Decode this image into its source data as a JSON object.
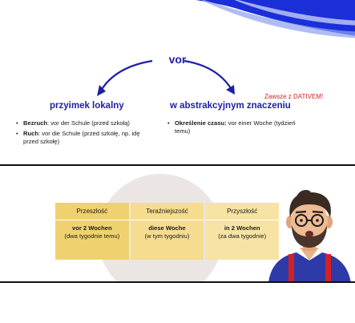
{
  "title": "vor",
  "left": {
    "heading": "przyimek lokalny",
    "items": [
      {
        "label": "Bezruch",
        "text": ": vor der Schule (przed szkołą)"
      },
      {
        "label": "Ruch",
        "text": ": vor die Schule (przed szkołę, np. idę przed szkołę)"
      }
    ]
  },
  "right": {
    "heading": "w abstrakcyjnym znaczeniu",
    "note": "Zawsze z DATIVEM!",
    "items": [
      {
        "label": "Określenie czasu:",
        "text": " vor einer Woche (tydzień temu)"
      }
    ]
  },
  "timeline": [
    {
      "header": "Przeszłość",
      "phrase": "vor 2 Wochen",
      "translation": "(dwa tygodnie temu)"
    },
    {
      "header": "Teraźniejszość",
      "phrase": "diese Woche",
      "translation": "(w tym tygodniu)"
    },
    {
      "header": "Przyszłość",
      "phrase": "in 2 Wochen",
      "translation": "(za dwa tygodnie)"
    }
  ],
  "colors": {
    "accent_blue": "#1e1ea8",
    "note_red": "#d42020",
    "past": "#f0d16f",
    "present": "#f5dc8f",
    "future": "#f7e3a3",
    "circle": "#ebe6e3"
  },
  "icons": [
    "arrow-left-icon",
    "arrow-right-icon",
    "bullet-dot-icon",
    "person-illustration"
  ]
}
